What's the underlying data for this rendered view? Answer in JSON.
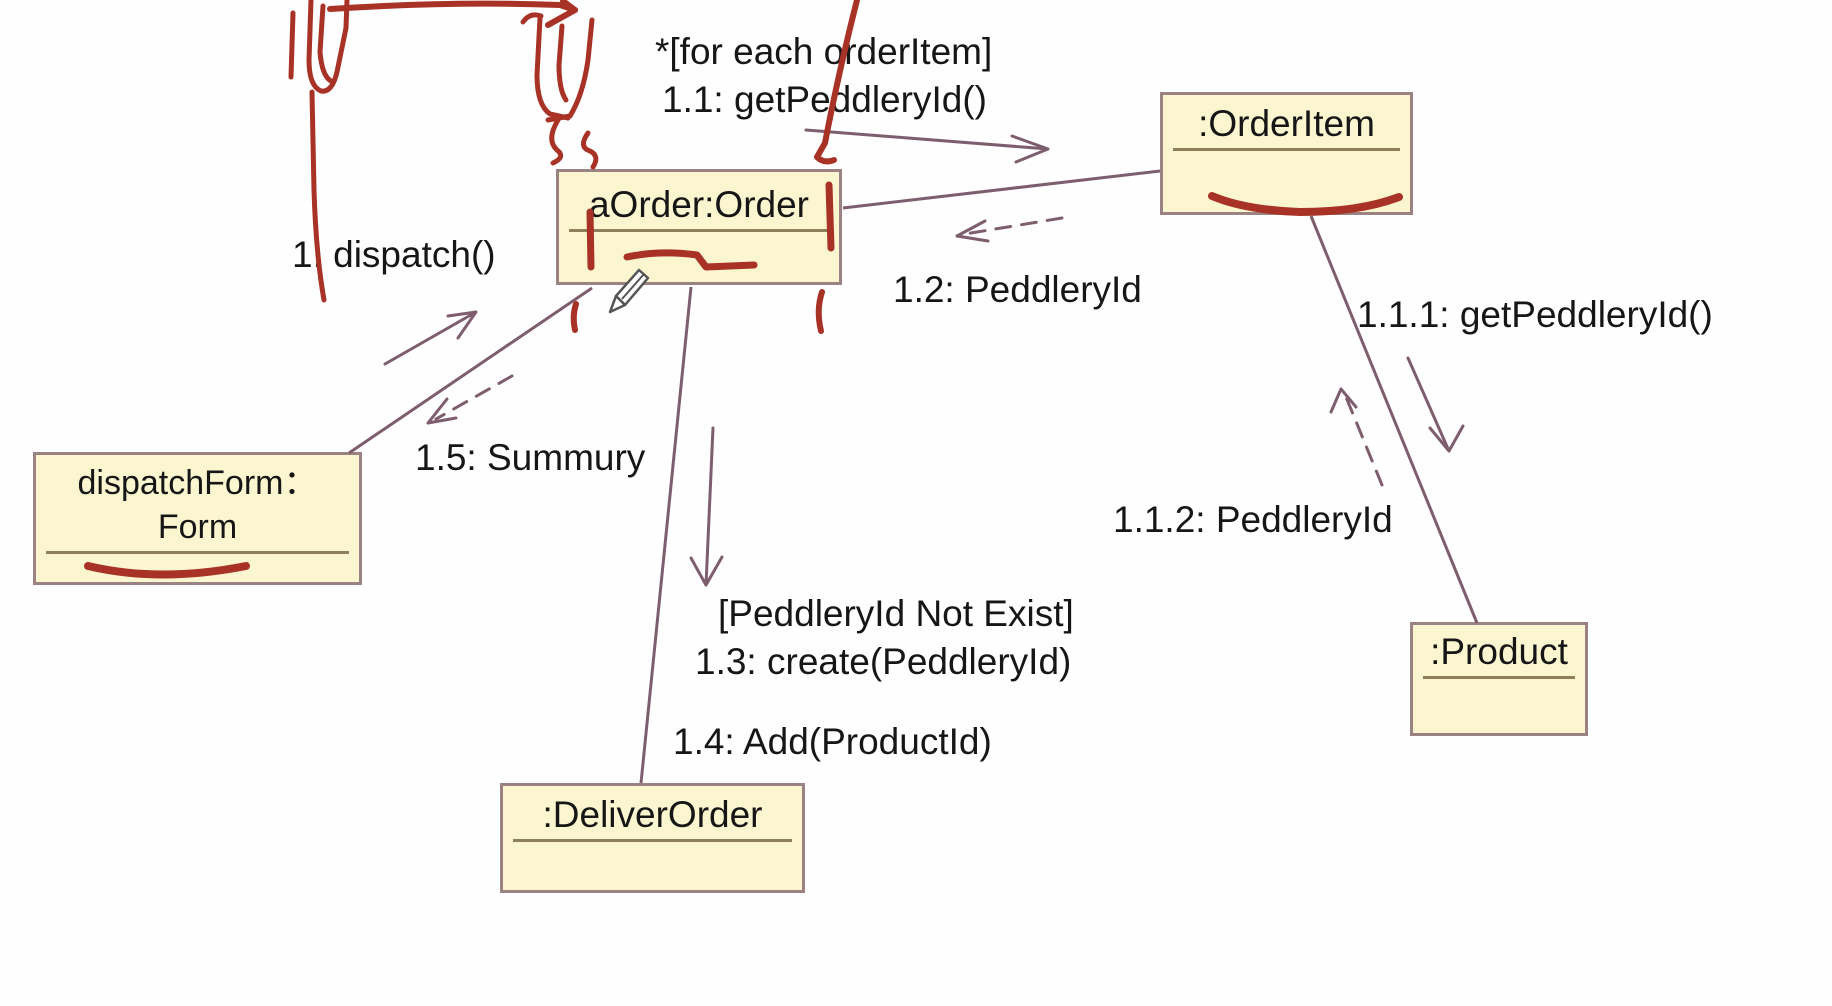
{
  "diagram_title": "UML collaboration diagram (order dispatch)",
  "objects": {
    "order": {
      "label": "aOrder:Order"
    },
    "order_item": {
      "label": ":OrderItem"
    },
    "dispatch_form": {
      "line1": "dispatchForm：",
      "line2": "Form"
    },
    "deliver_order": {
      "label": ":DeliverOrder"
    },
    "product": {
      "label": ":Product"
    }
  },
  "messages": {
    "foreach_guard": "*[for each orderItem]",
    "get_peddlery_id": "1.1: getPeddleryId()",
    "dispatch": "1: dispatch()",
    "peddlery_id_return": "1.2: PeddleryId",
    "get_peddlery_id_product": "1.1.1: getPeddleryId()",
    "peddlery_id_return_product": "1.1.2: PeddleryId",
    "summury_return": "1.5: Summury",
    "not_exist_guard": "[PeddleryId Not Exist]",
    "create_peddlery": "1.3: create(PeddleryId)",
    "add_product": "1.4: Add(ProductId)"
  },
  "colors": {
    "box_fill": "#fcf6d0",
    "box_border": "#9c8383",
    "link_line": "#7e5e6e",
    "annotation_red": "#a93226",
    "name_underline": "#8f7f5a",
    "text_color": "#161616",
    "background": "#fefefe"
  }
}
